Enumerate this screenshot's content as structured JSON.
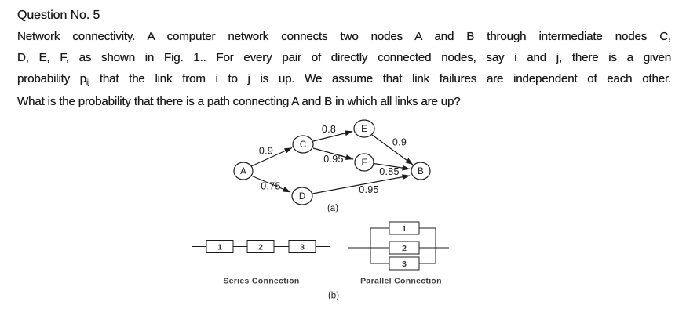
{
  "question": {
    "title": "Question No. 5",
    "line1": "Network connectivity. A computer network connects two nodes A and B through intermediate nodes C,",
    "line2": "D, E, F, as shown in Fig. 1.. For every pair of directly connected nodes, say i and j, there is a given",
    "line3_pre": "probability p",
    "line3_sub": "ij",
    "line3_post": " that the link from i to j is up. We assume that link failures are independent of each other.",
    "line4": "What is the probability that there is a path connecting A and B in which all links are up?"
  },
  "figure_a": {
    "caption": "(a)",
    "nodes": {
      "A": "A",
      "B": "B",
      "C": "C",
      "D": "D",
      "E": "E",
      "F": "F"
    },
    "edge_labels": {
      "AC": "0.9",
      "AD": "0.75",
      "CE": "0.8",
      "CF": "0.95",
      "EB": "0.9",
      "FB": "0.85",
      "DB": "0.95"
    }
  },
  "figure_b": {
    "caption": "(b)",
    "series": {
      "label": "Series Connection",
      "boxes": [
        "1",
        "2",
        "3"
      ]
    },
    "parallel": {
      "label": "Parallel Connection",
      "boxes": [
        "1",
        "2",
        "3"
      ]
    }
  },
  "colors": {
    "ink": "#1c1c1c",
    "background": "#ffffff"
  }
}
